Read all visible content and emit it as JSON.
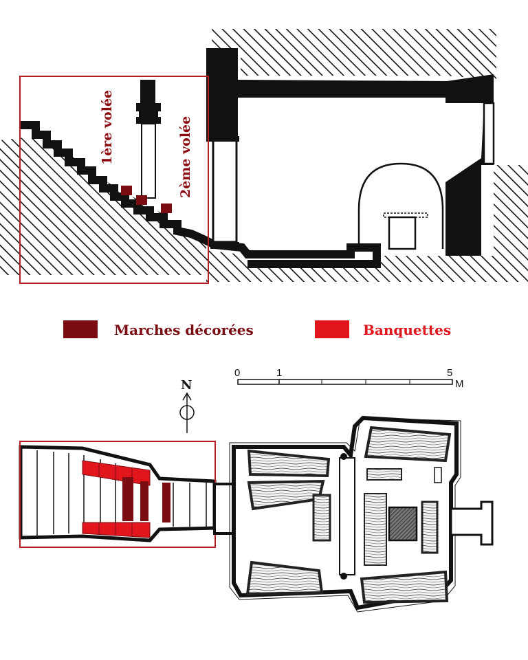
{
  "section": {
    "flight1_label": "1ère volée",
    "flight2_label": "2ème volée"
  },
  "legend": {
    "items": [
      {
        "label": "Marches décorées",
        "color": "#7a0c12"
      },
      {
        "label": "Banquettes",
        "color": "#e0161c"
      }
    ]
  },
  "scale": {
    "ticks": [
      "0",
      "1",
      "5"
    ],
    "unit": "M"
  },
  "north": {
    "label": "N"
  },
  "colors": {
    "highlight_frame": "#b42026",
    "steps": "#7a0c12",
    "benches": "#e0161c",
    "ink": "#111111"
  }
}
